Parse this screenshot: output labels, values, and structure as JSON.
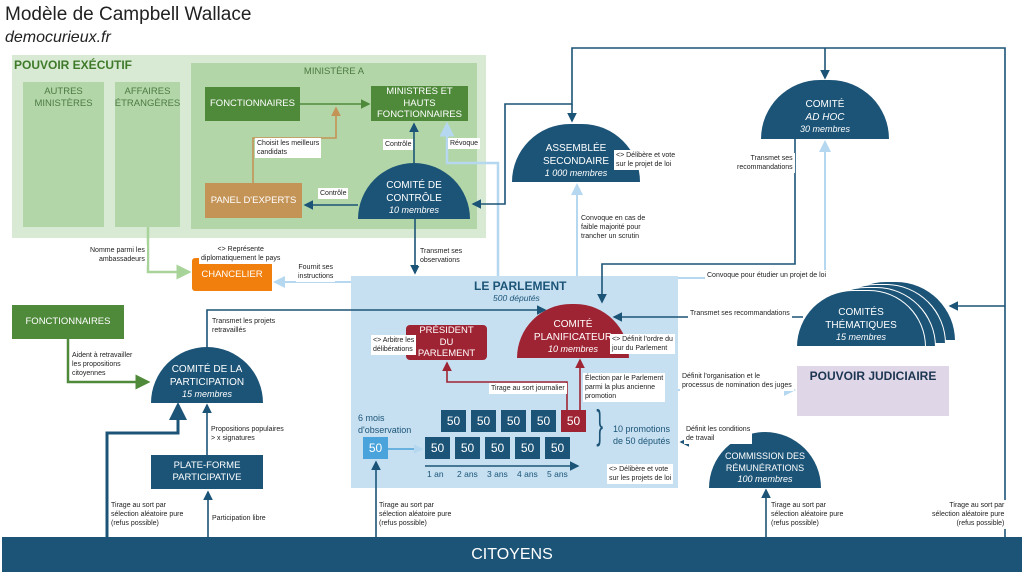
{
  "title": "Modèle de Campbell Wallace",
  "subtitle": "democurieux.fr",
  "colors": {
    "navy": "#1c5477",
    "green": "#4f8a3b",
    "light_green": "#b2d6a8",
    "pale_green": "#d8ead4",
    "brown": "#c49356",
    "orange": "#f07f0d",
    "red": "#9f2433",
    "parliament": "#c6e0f1",
    "light_blue": "#4aa3db",
    "judiciary": "#dfd6e8"
  },
  "executive": {
    "title": "POUVOIR EXÉCUTIF",
    "other_ministries": "AUTRES MINISTÈRES",
    "foreign_affairs": "AFFAIRES ÉTRANGÈRES",
    "ministry_a": "MINISTÈRE A",
    "civil_servants": "FONCTIONNAIRES",
    "ministers": "MINISTRES ET HAUTS FONCTIONNAIRES",
    "expert_panel": "PANEL D'EXPERTS",
    "control_committee": {
      "name": "COMITÉ DE CONTRÔLE",
      "members": "10 membres"
    }
  },
  "chancellor": "CHANCELIER",
  "parliament": {
    "title": "LE PARLEMENT",
    "members": "500 députés",
    "president": "PRÉSIDENT DU PARLEMENT",
    "planning_committee": {
      "name": "COMITÉ PLANIFICATEUR",
      "members": "10 membres"
    },
    "observation": "6 mois d'observation",
    "cohort": "50",
    "promotions": "10 promotions de 50 députés",
    "years": [
      "1 an",
      "2 ans",
      "3 ans",
      "4 ans",
      "5 ans"
    ]
  },
  "secondary_assembly": {
    "name": "ASSEMBLÉE SECONDAIRE",
    "members": "1 000 membres"
  },
  "ad_hoc": {
    "name": "COMITÉ",
    "sub": "AD HOC",
    "members": "30 membres"
  },
  "thematic": {
    "name": "COMITÉS THÉMATIQUES",
    "members": "15 membres"
  },
  "judiciary": "POUVOIR JUDICIAIRE",
  "remuneration": {
    "name": "COMMISSION DES RÉMUNÉRATIONS",
    "members": "100 membres"
  },
  "left_civil_servants": "FONCTIONNAIRES",
  "participation": {
    "name": "COMITÉ DE LA PARTICIPATION",
    "members": "15 membres"
  },
  "platform": "PLATE-FORME PARTICIPATIVE",
  "citizens": "CITOYENS",
  "labels": {
    "choose": "Choisit les meilleurs\ncandidats",
    "control1": "Contrôle",
    "revoke": "Révoque",
    "control2": "Contrôle",
    "appoint": "Nomme parmi les\nambassadeurs",
    "represents": "<> Représente\ndiplomatiquement le pays",
    "instructions": "Fournit ses\ninstructions",
    "observations": "Transmet ses\nobservations",
    "assembly_vote": "<> Délibère et vote\nsur le projet de loi",
    "convene_assembly": "Convoque en cas de\nfaible majorité pour\ntrancher un scrutin",
    "adhoc_reco": "Transmet ses\nrecommandations",
    "convene_adhoc": "Convoque pour étudier un projet de loi",
    "thematic_reco": "Transmet ses recommandations",
    "agenda": "<> Définit l'ordre du\njour du Parlement",
    "arbitrate": "<> Arbitre les\ndélibérations",
    "daily_draw": "Tirage au sort journalier",
    "election": "Élection par le Parlement\nparmi la plus ancienne\npromotion",
    "judges": "Définit l'organisation et le\nprocessus de nomination des juges",
    "work_conditions": "Définit les conditions\nde travail",
    "laws_vote": "<> Délibère et vote\nsur les projets de loi",
    "help": "Aident à retravailler\nles propositions\ncitoyennes",
    "reworked": "Transmet les projets\nretravaillés",
    "popular": "Propositions populaires\n> x signatures",
    "free": "Participation libre",
    "draw": "Tirage au sort par\nsélection aléatoire pure\n(refus possible)"
  }
}
